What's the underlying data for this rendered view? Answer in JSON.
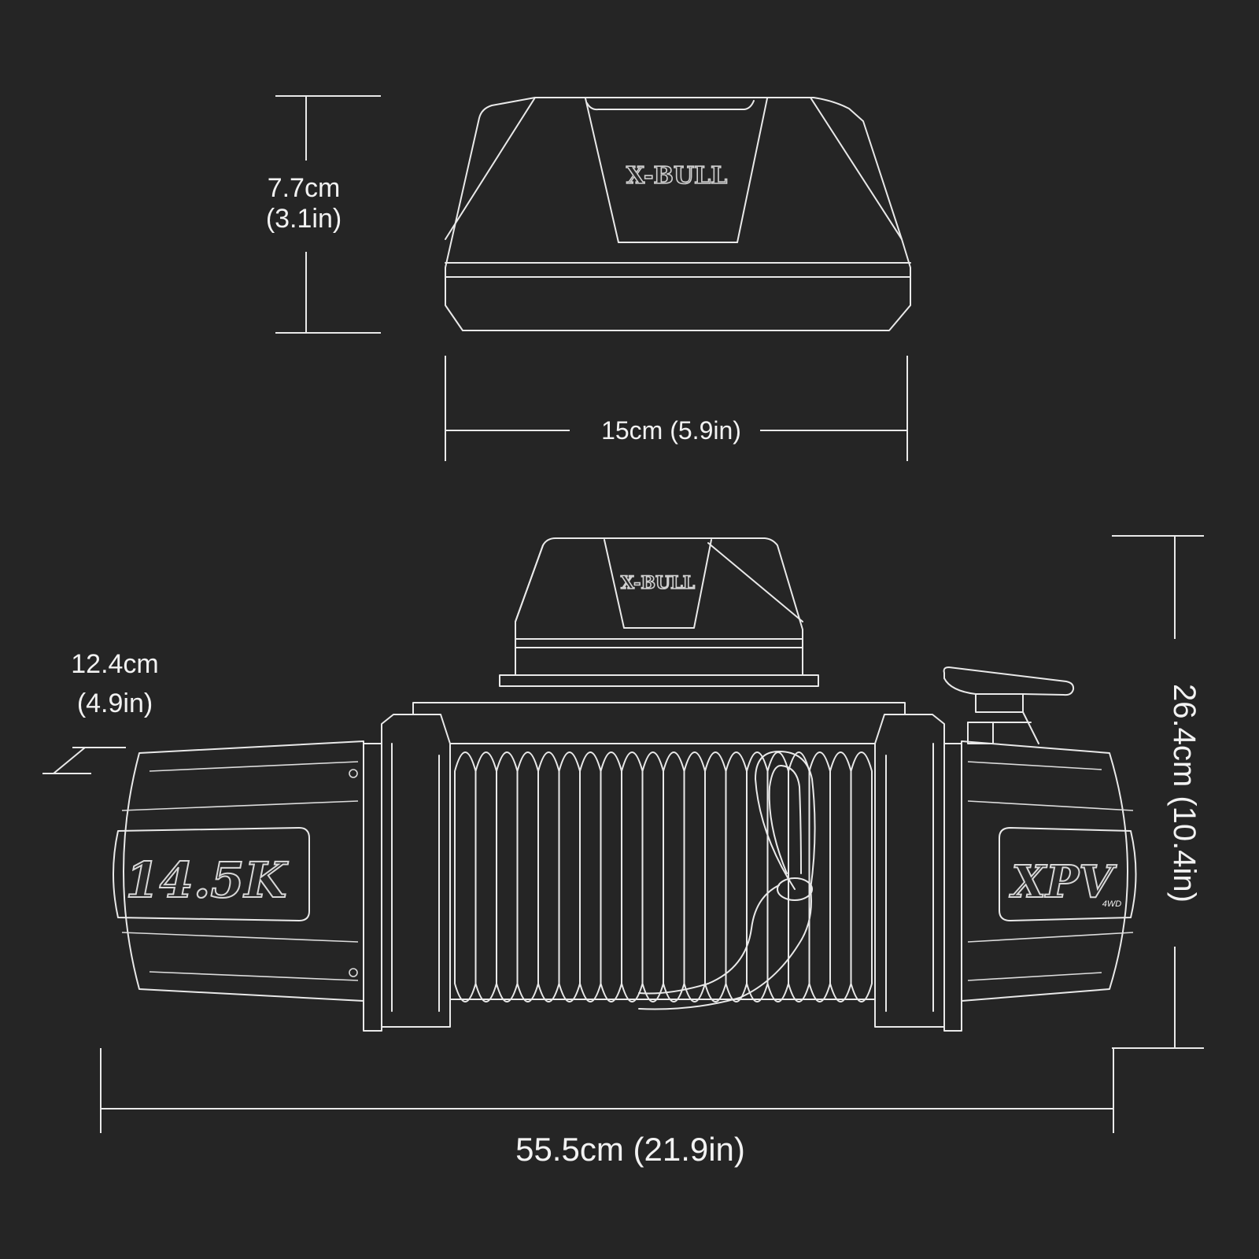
{
  "dimensions": {
    "control_box_height_cm": "7.7cm",
    "control_box_height_in": "(3.1in)",
    "control_box_width": "15cm (5.9in)",
    "winch_depth_cm": "12.4cm",
    "winch_depth_in": "(4.9in)",
    "winch_height": "26.4cm (10.4in)",
    "winch_length": "55.5cm (21.9in)"
  },
  "branding": {
    "brand_logo": "X-BULL",
    "capacity_badge": "14.5K",
    "model_badge": "XPV",
    "model_sub": "4WD"
  },
  "colors": {
    "background": "#252525",
    "line": "#e9e9e9"
  }
}
